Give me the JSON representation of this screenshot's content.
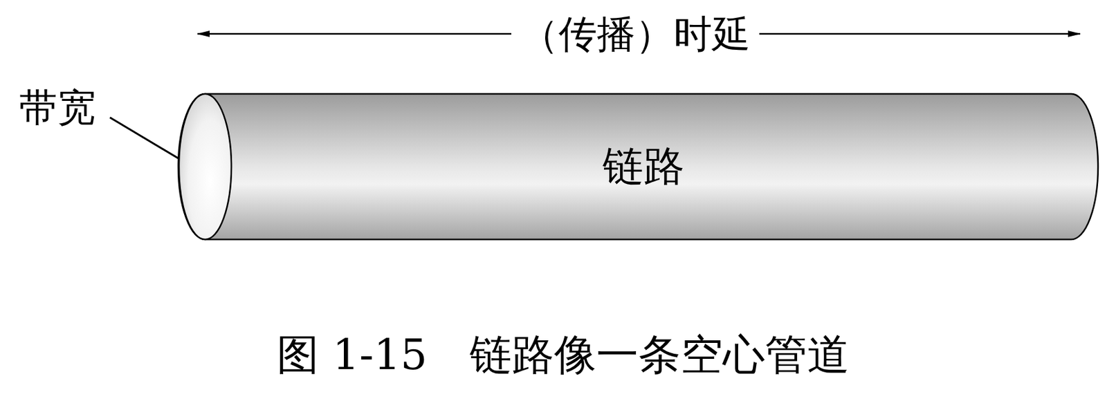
{
  "diagram": {
    "caption": "图 1-15　链路像一条空心管道",
    "nodes": [
      {
        "text": [
          "链路"
        ]
      }
    ],
    "labels": [
      "（传播）时延",
      "带宽"
    ]
  }
}
